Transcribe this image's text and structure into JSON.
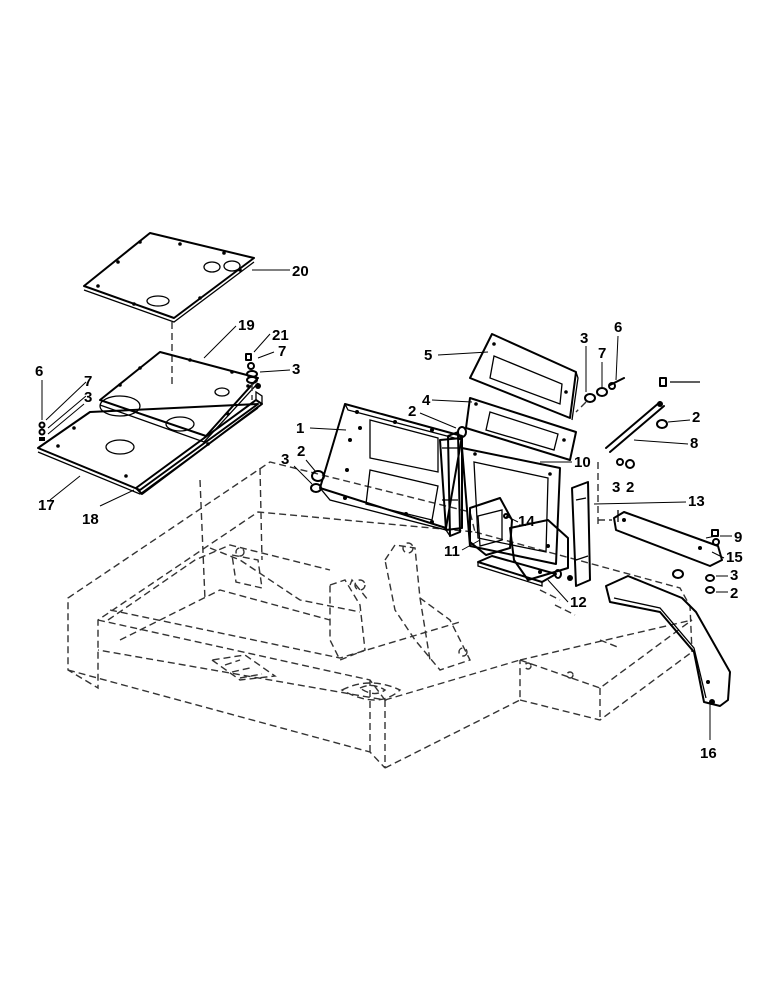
{
  "callouts": [
    "1",
    "2",
    "2",
    "2",
    "2",
    "3",
    "3",
    "3",
    "3",
    "3",
    "3",
    "4",
    "5",
    "6",
    "6",
    "7",
    "7",
    "7",
    "8",
    "9",
    "10",
    "11",
    "12",
    "13",
    "14",
    "15",
    "16",
    "17",
    "18",
    "19",
    "20",
    "21"
  ],
  "labels": {
    "l20": "20",
    "l19": "19",
    "l21": "21",
    "l7a": "7",
    "l3a": "3",
    "l6a": "6",
    "l7b": "7",
    "l3b": "3",
    "l17": "17",
    "l18": "18",
    "l5": "5",
    "l3c": "3",
    "l6b": "6",
    "l7c": "7",
    "l4": "4",
    "l2a": "2",
    "l1": "1",
    "l2b": "2",
    "l3d": "3",
    "l10": "10",
    "l2c": "2",
    "l8": "8",
    "l3e": "3",
    "l2d": "2",
    "l13": "13",
    "l14": "14",
    "l11": "11",
    "l9": "9",
    "l15": "15",
    "l3f": "3",
    "l2e": "2",
    "l12": "12",
    "l16": "16"
  }
}
